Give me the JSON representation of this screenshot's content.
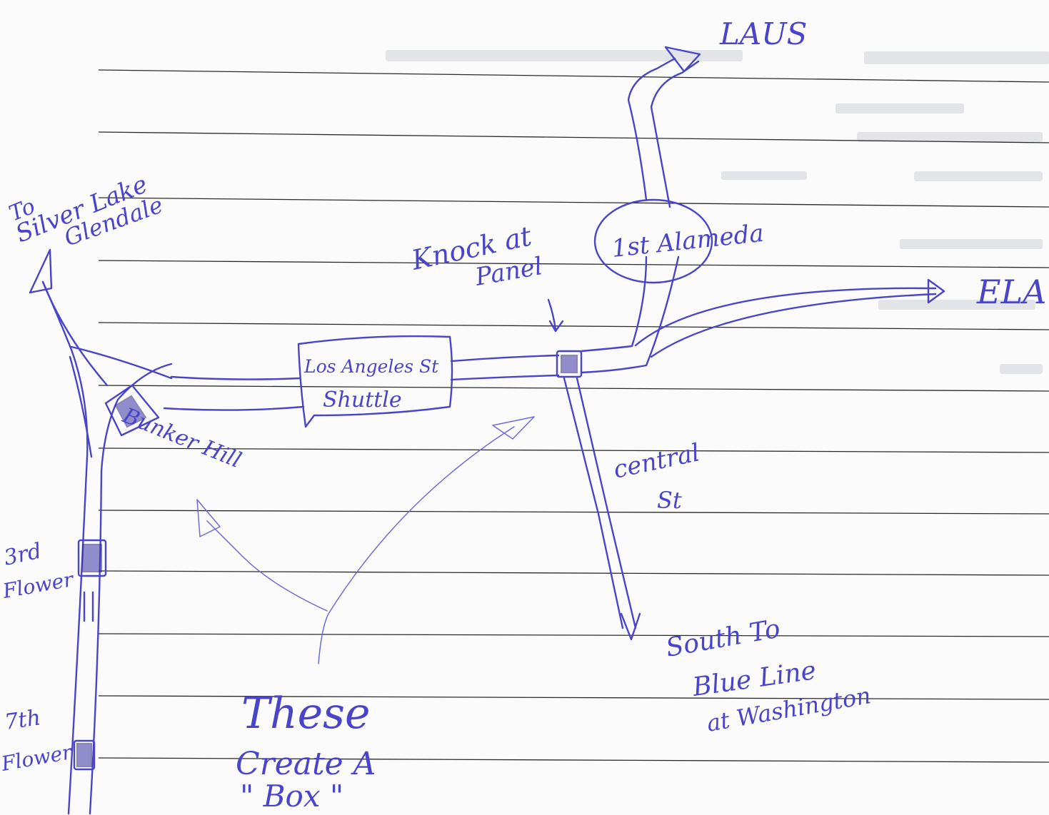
{
  "labels": {
    "silver_lake_1": "To",
    "silver_lake_2": "Silver Lake",
    "silver_lake_3": "Glendale",
    "laus": "LAUS",
    "first_alameda": "1st Alameda",
    "ela": "ELA",
    "knock_1": "Knock at",
    "knock_2": "Panel",
    "la_st_1": "Los Angeles St",
    "la_st_2": "Shuttle",
    "bunker_hill": "Bunker Hill",
    "central_1": "central",
    "central_2": "St",
    "south_1": "South To",
    "south_2": "Blue Line",
    "south_3": "at Washington",
    "third_1": "3rd",
    "third_2": "Flower",
    "seventh_1": "7th",
    "seventh_2": "Flower",
    "these_1": "These",
    "these_2": "Create A",
    "these_3": "\" Box \""
  },
  "colors": {
    "ink": "#4a44c8",
    "paper": "#fbfbfb",
    "rule_lines": "#2a2a2a"
  }
}
